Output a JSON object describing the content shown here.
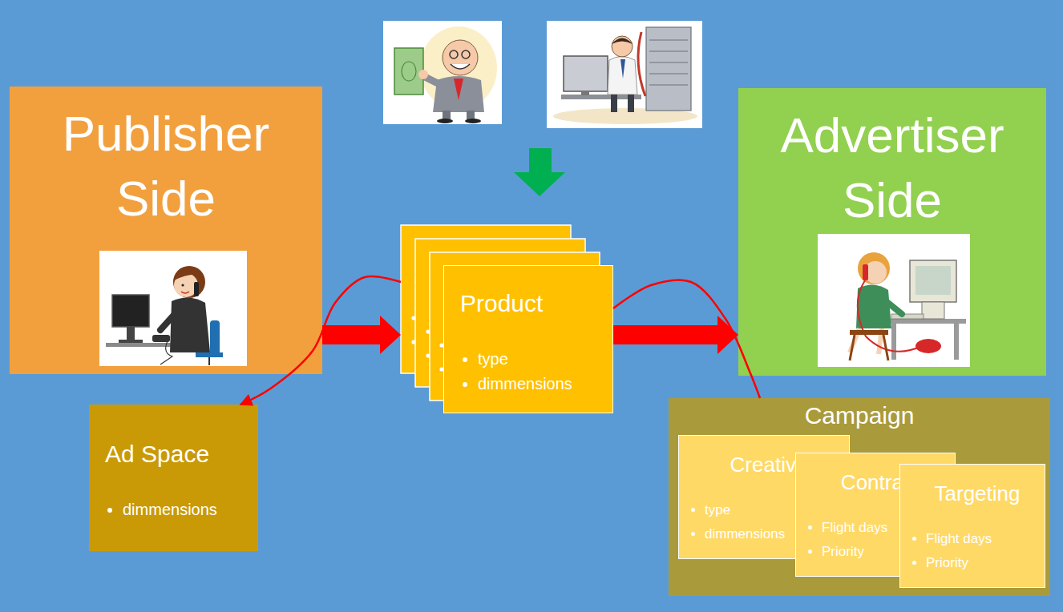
{
  "diagram": {
    "nodes": [
      {
        "text": [
          "Publisher Side"
        ]
      },
      {
        "text": [
          "Product",
          "type",
          "dimmensions"
        ]
      },
      {
        "text": [
          "Advertiser Side"
        ]
      },
      {
        "text": [
          "Ad Space",
          "dimmensions"
        ]
      },
      {
        "text": [
          "Campaign"
        ]
      },
      {
        "text": [
          "Creative",
          "type",
          "dimmensions"
        ],
        "in": 4
      },
      {
        "text": [
          "Contract",
          "Flight days",
          "Priority"
        ],
        "in": 4
      },
      {
        "text": [
          "Targeting",
          "Flight days",
          "Priority"
        ],
        "in": 4
      }
    ],
    "edges": [
      {
        "from": 0,
        "to": 1,
        "arrow": "to"
      },
      {
        "from": 1,
        "to": 2,
        "arrow": "to"
      },
      {
        "from": 1,
        "to": 3,
        "arrow": "to"
      },
      {
        "from": 1,
        "to": 4,
        "arrow": "none"
      }
    ]
  }
}
